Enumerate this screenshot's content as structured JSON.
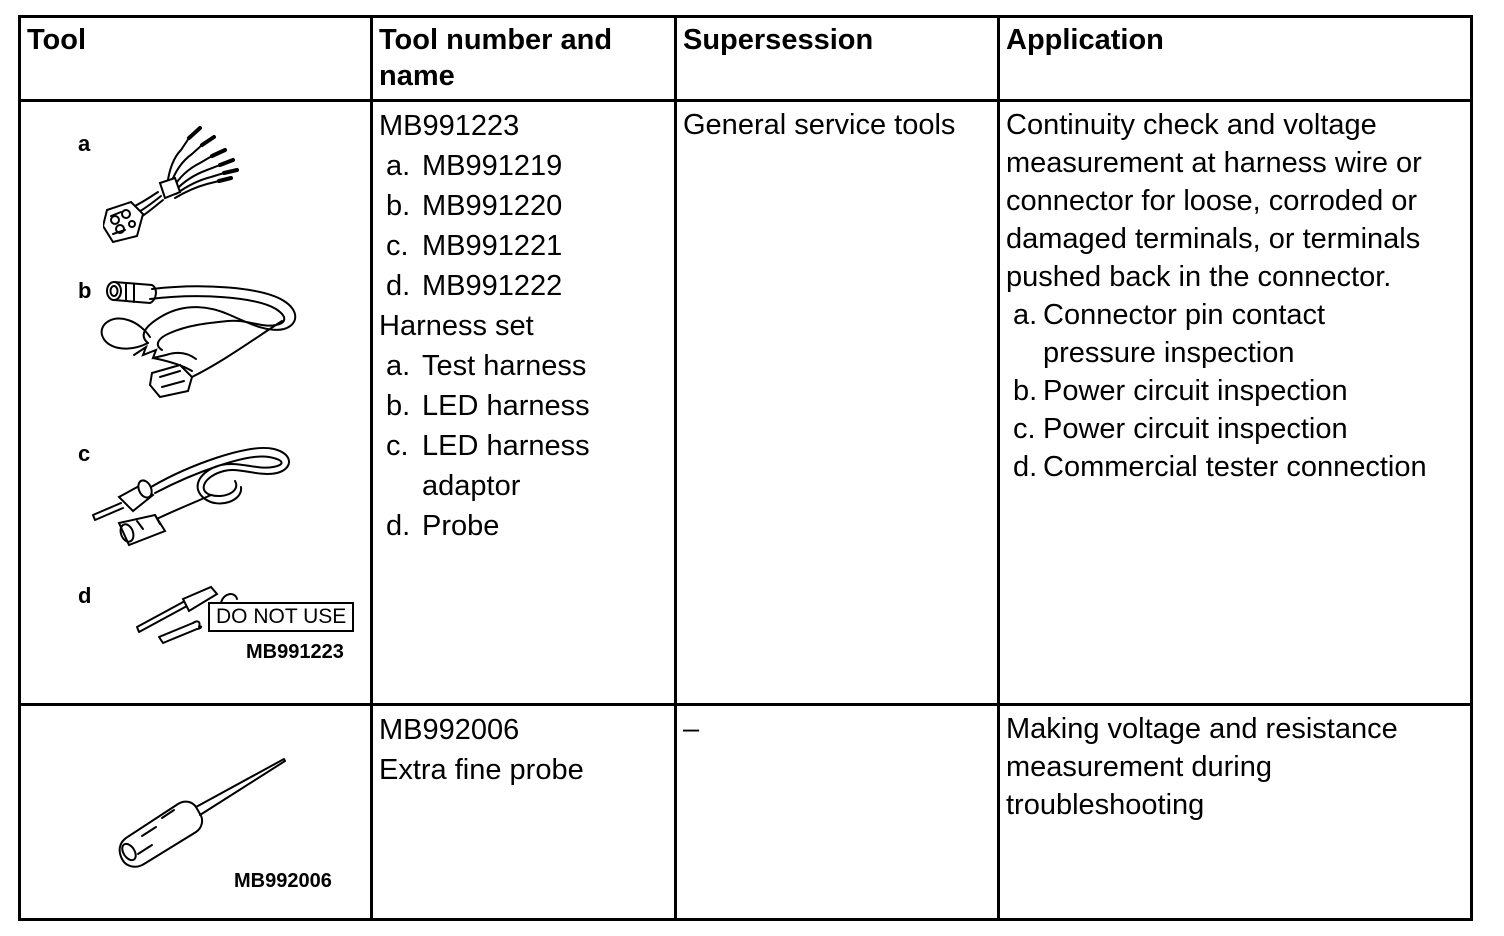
{
  "table": {
    "headers": [
      {
        "label": "Tool"
      },
      {
        "label": "Tool number and name"
      },
      {
        "label": "Supersession"
      },
      {
        "label": "Application"
      }
    ],
    "rows": [
      {
        "part_labels": [
          "a",
          "b",
          "c",
          "d"
        ],
        "do_not_use": "DO NOT USE",
        "illustration_caption": "MB991223",
        "tool_number": {
          "code": "MB991223",
          "sub_numbers": [
            {
              "marker": "a.",
              "text": "MB991219"
            },
            {
              "marker": "b.",
              "text": "MB991220"
            },
            {
              "marker": "c.",
              "text": "MB991221"
            },
            {
              "marker": "d.",
              "text": "MB991222"
            }
          ],
          "name": "Harness set",
          "sub_names": [
            {
              "marker": "a.",
              "text": "Test harness"
            },
            {
              "marker": "b.",
              "text": "LED harness"
            },
            {
              "marker": "c.",
              "text": "LED harness adaptor"
            },
            {
              "marker": "d.",
              "text": "Probe"
            }
          ]
        },
        "supersession": "General service tools",
        "application": {
          "intro": "Continuity check and voltage measurement at harness wire or connector for loose, corroded or damaged terminals, or terminals pushed back in the connector.",
          "items": [
            {
              "marker": "a.",
              "text": "Connector pin contact pressure inspection"
            },
            {
              "marker": "b.",
              "text": "Power circuit inspection"
            },
            {
              "marker": "c.",
              "text": "Power circuit inspection"
            },
            {
              "marker": "d.",
              "text": "Commercial tester connection"
            }
          ]
        }
      },
      {
        "illustration_caption": "MB992006",
        "tool_number": {
          "code": "MB992006",
          "name": "Extra fine probe"
        },
        "supersession": "–",
        "application": {
          "intro": "Making voltage and resistance measurement during troubleshooting"
        }
      }
    ]
  }
}
